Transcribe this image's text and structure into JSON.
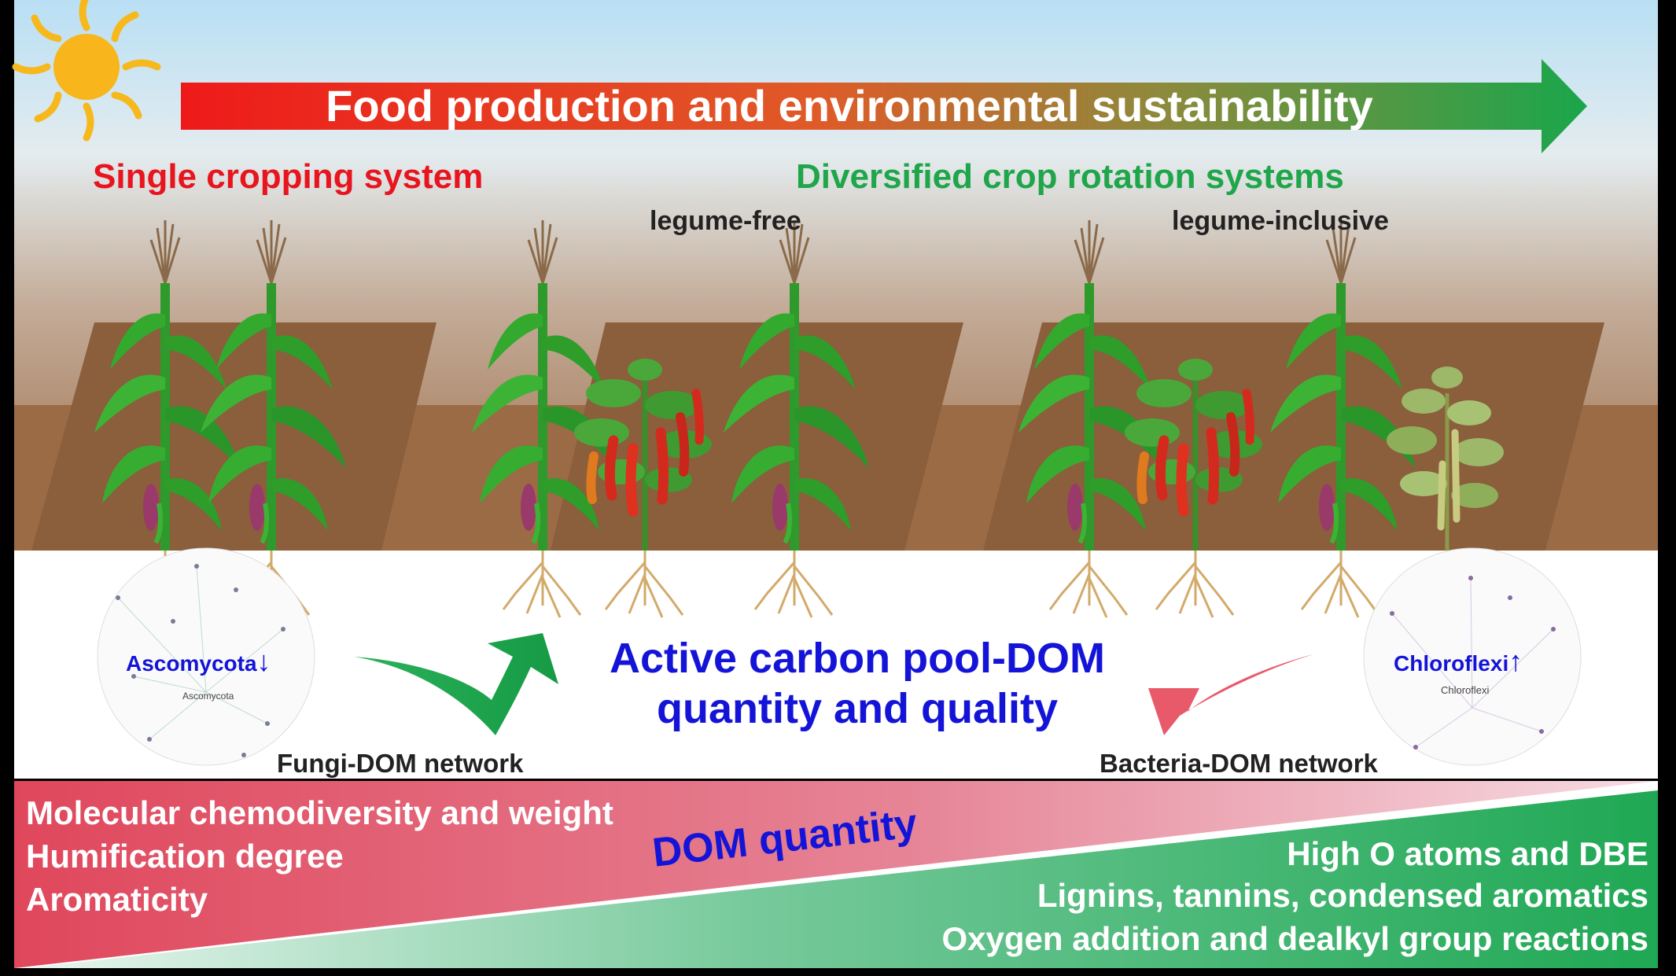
{
  "banner": {
    "text": "Food production and environmental sustainability"
  },
  "systems": {
    "single": "Single cropping system",
    "diversified": "Diversified crop rotation systems",
    "legume_free": "legume-free",
    "legume_inclusive": "legume-inclusive"
  },
  "networks": {
    "fungi_label": "Fungi-DOM network",
    "bacteria_label": "Bacteria-DOM network",
    "fungi_taxon": "Ascomycota",
    "fungi_trend": "↓",
    "bacteria_taxon": "Chloroflexi",
    "bacteria_trend": "↑",
    "fungi_node_label": "Ascomycota",
    "bacteria_node_label": "Chloroflexi"
  },
  "center": {
    "line1": "Active carbon pool-DOM",
    "line2": "quantity and quality"
  },
  "bottom": {
    "dom_quantity": "DOM quantity",
    "left_metrics": [
      "Molecular chemodiversity and weight",
      "Humification degree",
      "Aromaticity"
    ],
    "right_metrics": [
      "High O atoms and DBE",
      "Lignins, tannins, condensed aromatics",
      "Oxygen addition and dealkyl group reactions"
    ]
  },
  "colors": {
    "red": "#e8141e",
    "green": "#1fa64a",
    "blue": "#1414d8",
    "soil": "#9b6b45",
    "sky": "#cfe8f6"
  }
}
